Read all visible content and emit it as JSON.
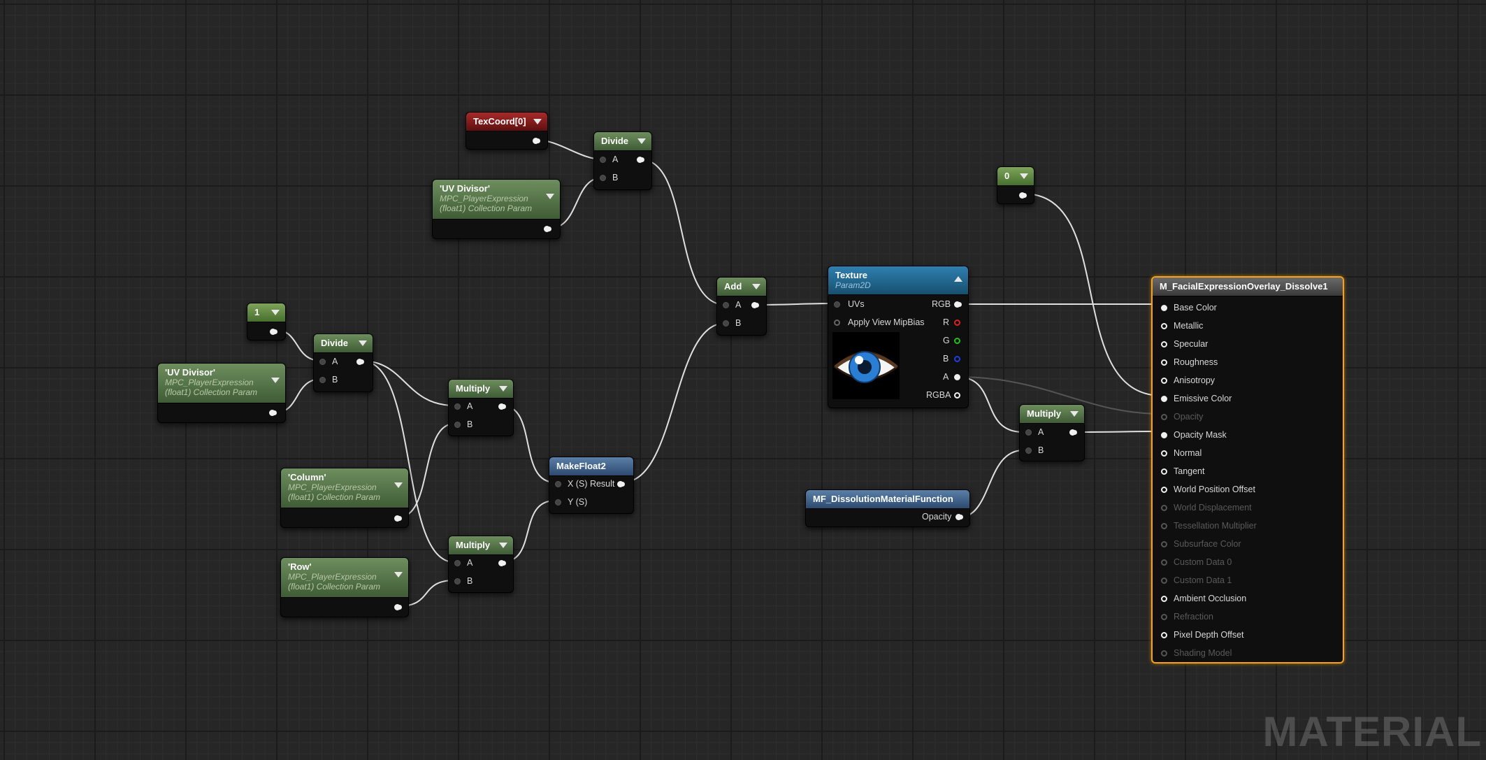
{
  "nodes": {
    "texcoord": {
      "title": "TexCoord[0]"
    },
    "divide_top": {
      "title": "Divide",
      "in_a": "A",
      "in_b": "B"
    },
    "uvdiv_top": {
      "title": "'UV Divisor'",
      "line1": "MPC_PlayerExpression",
      "line2": "(float1) Collection Param"
    },
    "add": {
      "title": "Add",
      "in_a": "A",
      "in_b": "B"
    },
    "texture": {
      "title": "Texture",
      "subtitle": "Param2D",
      "uvs": "UVs",
      "mip": "Apply View MipBias",
      "rgb": "RGB",
      "r": "R",
      "g": "G",
      "b": "B",
      "a": "A",
      "rgba": "RGBA"
    },
    "const_zero": {
      "title": "0"
    },
    "const_one": {
      "title": "1"
    },
    "divide_left": {
      "title": "Divide",
      "in_a": "A",
      "in_b": "B"
    },
    "uvdiv_left": {
      "title": "'UV Divisor'",
      "line1": "MPC_PlayerExpression",
      "line2": "(float1) Collection Param"
    },
    "multiply_top": {
      "title": "Multiply",
      "in_a": "A",
      "in_b": "B"
    },
    "column": {
      "title": "'Column'",
      "line1": "MPC_PlayerExpression",
      "line2": "(float1) Collection Param"
    },
    "makefloat2": {
      "title": "MakeFloat2",
      "x": "X (S) Result",
      "y": "Y (S)"
    },
    "multiply_bottom": {
      "title": "Multiply",
      "in_a": "A",
      "in_b": "B"
    },
    "row": {
      "title": "'Row'",
      "line1": "MPC_PlayerExpression",
      "line2": "(float1) Collection Param"
    },
    "dissolve": {
      "title": "MF_DissolutionMaterialFunction",
      "out": "Opacity"
    },
    "multiply_right": {
      "title": "Multiply",
      "in_a": "A",
      "in_b": "B"
    }
  },
  "material": {
    "title": "M_FacialExpressionOverlay_Dissolve1",
    "inputs": [
      {
        "label": "Base Color",
        "active": true
      },
      {
        "label": "Metallic",
        "active": true
      },
      {
        "label": "Specular",
        "active": true
      },
      {
        "label": "Roughness",
        "active": true
      },
      {
        "label": "Anisotropy",
        "active": true
      },
      {
        "label": "Emissive Color",
        "active": true
      },
      {
        "label": "Opacity",
        "active": false
      },
      {
        "label": "Opacity Mask",
        "active": true
      },
      {
        "label": "Normal",
        "active": true
      },
      {
        "label": "Tangent",
        "active": true
      },
      {
        "label": "World Position Offset",
        "active": true
      },
      {
        "label": "World Displacement",
        "active": false
      },
      {
        "label": "Tessellation Multiplier",
        "active": false
      },
      {
        "label": "Subsurface Color",
        "active": false
      },
      {
        "label": "Custom Data 0",
        "active": false
      },
      {
        "label": "Custom Data 1",
        "active": false
      },
      {
        "label": "Ambient Occlusion",
        "active": true
      },
      {
        "label": "Refraction",
        "active": false
      },
      {
        "label": "Pixel Depth Offset",
        "active": true
      },
      {
        "label": "Shading Model",
        "active": false
      }
    ]
  },
  "watermark": "MATERIAL",
  "colors": {
    "grid": "#262626",
    "result_border": "#f7a21a",
    "wire": "#e8e8e8"
  }
}
